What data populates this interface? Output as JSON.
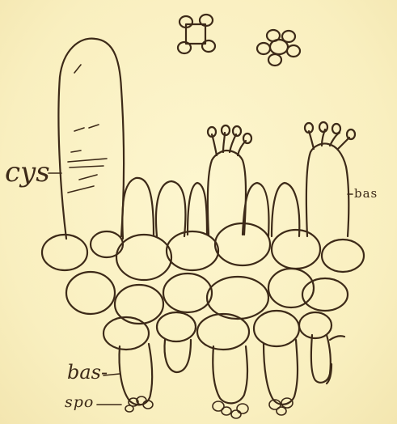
{
  "labels": {
    "cystidium": "cys",
    "basidium_right": "bas",
    "basidium_left": "bas-",
    "spores": "spo"
  }
}
